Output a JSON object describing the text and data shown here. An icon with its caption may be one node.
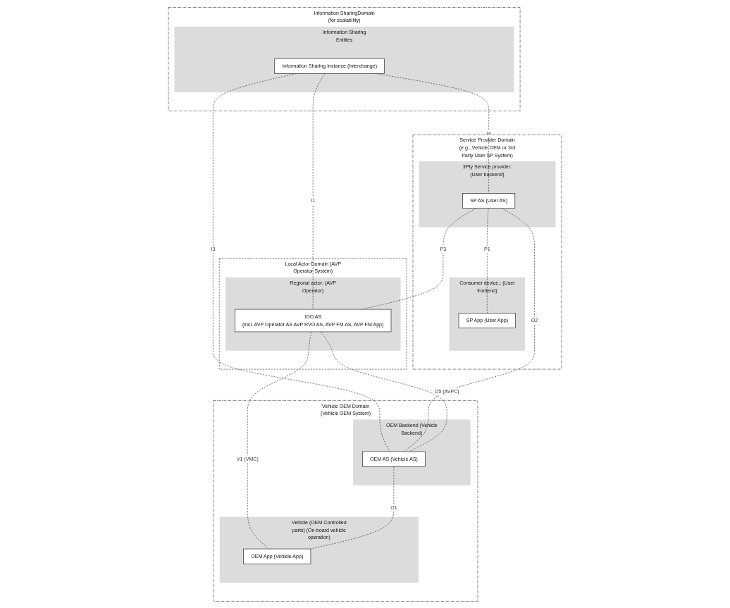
{
  "diagram": {
    "nodes": [
      {
        "text": [
          "Information SharingDomain (for scalability)"
        ]
      },
      {
        "text": [
          "Information Sharing Entities"
        ],
        "in": 0
      },
      {
        "text": [
          "Information Sharing Instance (Interchange)"
        ],
        "in": 1
      },
      {
        "text": [
          "Service Provider Domain (e.g., Vehicle OEM or 3rd Party User SP System)"
        ]
      },
      {
        "text": [
          "3Pty Service provider: (User backend)"
        ],
        "in": 3
      },
      {
        "text": [
          "SP AS (User AS)"
        ],
        "in": 4
      },
      {
        "text": [
          "Consumer device,: (User frontend)"
        ],
        "in": 3
      },
      {
        "text": [
          "SP App (User App)"
        ],
        "in": 6
      },
      {
        "text": [
          "Local Actor Domain (AVP Operator System)"
        ]
      },
      {
        "text": [
          "Regional actor: (AVP Operator)"
        ],
        "in": 8
      },
      {
        "text": [
          "IOO AS",
          "(incl. AVP Operator AS AVP RVO AS, AVP FM AS, AVP FM App)"
        ],
        "in": 9
      },
      {
        "text": [
          "Vehicle OEM Domain (Vehicle OEM System)"
        ]
      },
      {
        "text": [
          "OEM Backend (Vehicle Backend)"
        ],
        "in": 11
      },
      {
        "text": [
          "OEM AS (Vehicle AS)"
        ],
        "in": 12
      },
      {
        "text": [
          "Vehicle (OEM Controlled parts) (On-board vehicle operation)"
        ],
        "in": 11
      },
      {
        "text": [
          "OEM App (Vehicle App)"
        ],
        "in": 14
      }
    ],
    "edges": [
      {
        "from": 2,
        "to": 5,
        "arrow": "none",
        "label": "I4",
        "style": "dashed"
      },
      {
        "from": 2,
        "to": 10,
        "arrow": "none",
        "label": "I1",
        "style": "dashed"
      },
      {
        "from": 2,
        "to": 13,
        "arrow": "none",
        "label": "I3",
        "style": "dashed"
      },
      {
        "from": 5,
        "to": 13,
        "arrow": "none",
        "label": "O2",
        "style": "dashed"
      },
      {
        "from": 5,
        "to": 10,
        "arrow": "none",
        "label": "P3",
        "style": "dashed"
      },
      {
        "from": 10,
        "to": 13,
        "arrow": "none",
        "label": "O5 (AVPC)",
        "style": "dashed"
      },
      {
        "from": 10,
        "to": 15,
        "arrow": "none",
        "label": "V1 (VMC)",
        "style": "dashed"
      },
      {
        "from": 5,
        "to": 7,
        "arrow": "none",
        "label": "P1",
        "style": "dashed"
      },
      {
        "from": 13,
        "to": 15,
        "arrow": "none",
        "label": "O1",
        "style": "dashed"
      }
    ]
  }
}
